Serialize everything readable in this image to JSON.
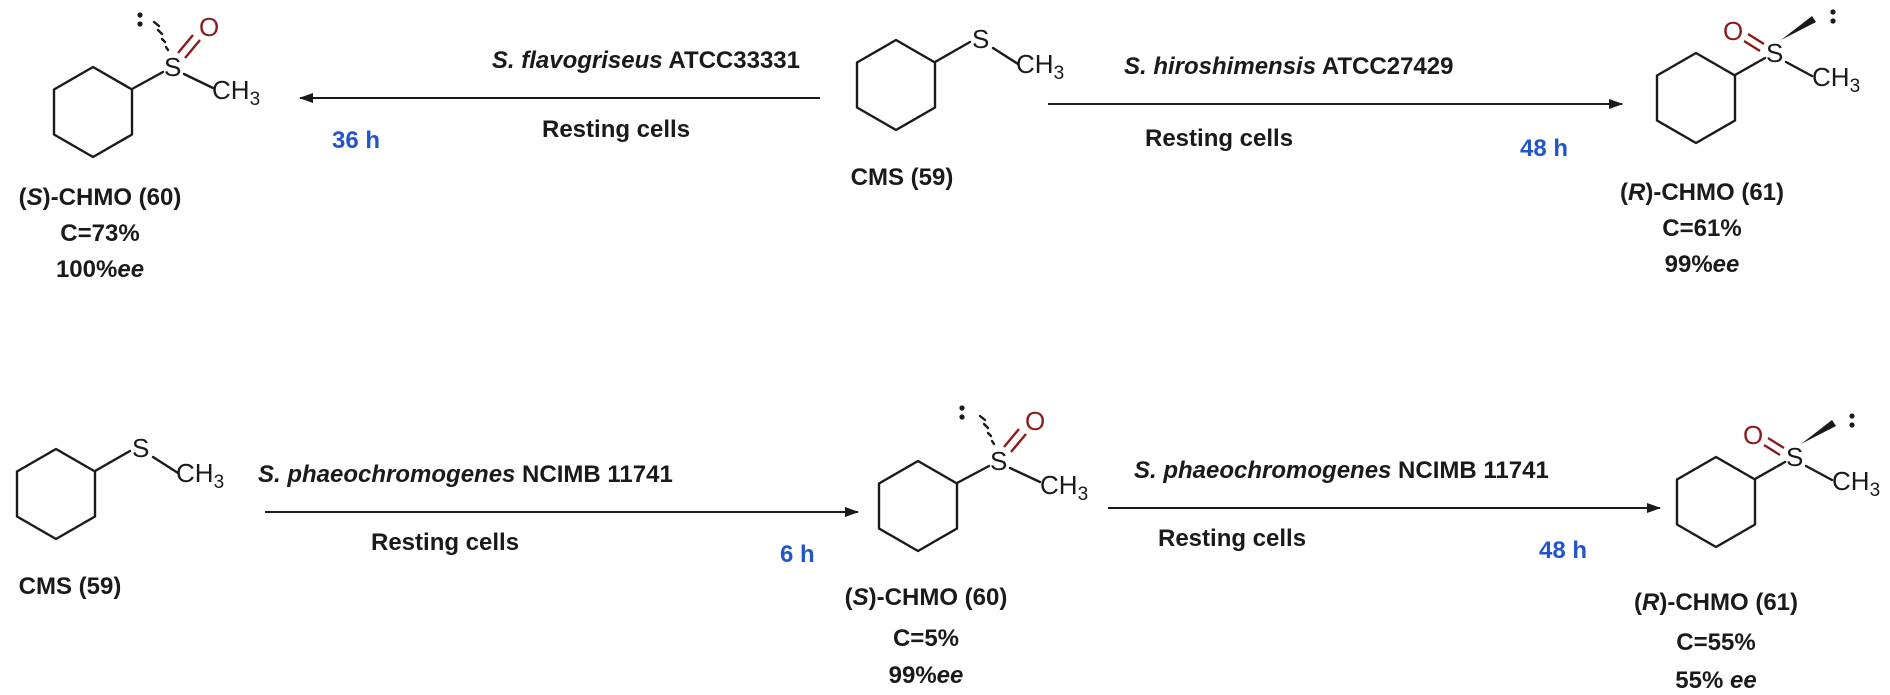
{
  "atoms": {
    "sulfur": "S",
    "oxygen": "O",
    "methyl": "CH",
    "methyl_sub": "3"
  },
  "colors": {
    "time": "#2255cc",
    "oxygen": "#8b1a1a",
    "ink": "#1a1a1a"
  },
  "row1": {
    "left_arrow": {
      "organism_italic": "S. flavogriseus",
      "organism_strain": " ATCC33331",
      "conditions": "Resting cells",
      "time": "36 h"
    },
    "right_arrow": {
      "organism_italic": "S. hiroshimensis",
      "organism_strain": " ATCC27429",
      "conditions": "Resting cells",
      "time": "48 h"
    },
    "substrate": {
      "label": "CMS (59)"
    },
    "left_product": {
      "label_open": "(",
      "label_config": "S",
      "label_rest": ")-CHMO (60)",
      "conversion": "C=73%",
      "ee_value": "100%",
      "ee_unit": "ee"
    },
    "right_product": {
      "label_open": "(",
      "label_config": "R",
      "label_rest": ")-CHMO (61)",
      "conversion": "C=61%",
      "ee_value": "99%",
      "ee_unit": "ee"
    }
  },
  "row2": {
    "substrate": {
      "label": "CMS (59)"
    },
    "arrow1": {
      "organism_italic": "S. phaeochromogenes",
      "organism_strain": " NCIMB 11741",
      "conditions": "Resting cells",
      "time": "6 h"
    },
    "intermediate": {
      "label_open": "(",
      "label_config": "S",
      "label_rest": ")-CHMO (60)",
      "conversion": "C=5%",
      "ee_value": "99%",
      "ee_unit": "ee"
    },
    "arrow2": {
      "organism_italic": "S. phaeochromogenes",
      "organism_strain": " NCIMB 11741",
      "conditions": "Resting cells",
      "time": "48 h"
    },
    "product": {
      "label_open": "(",
      "label_config": "R",
      "label_rest": ")-CHMO (61)",
      "conversion": "C=55%",
      "ee_value": "55% ",
      "ee_unit": "ee"
    }
  }
}
